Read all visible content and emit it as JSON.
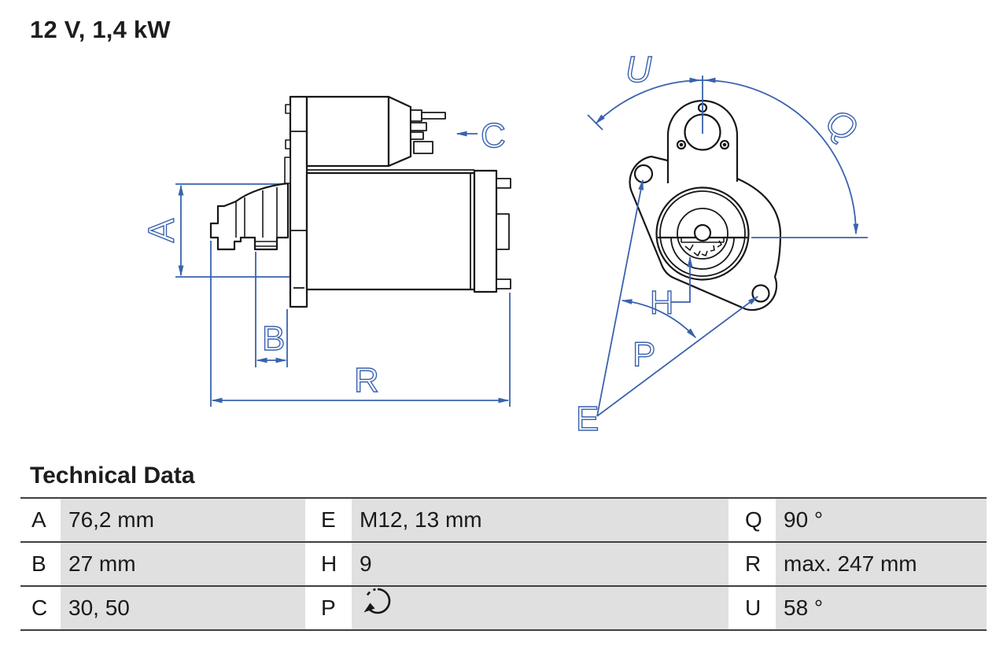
{
  "product": {
    "title": "12 V, 1,4 kW"
  },
  "diagram": {
    "description": "starter motor technical drawing, side view and front flange view",
    "side_view_labels": {
      "A": "A",
      "B": "B",
      "C": "C",
      "R": "R"
    },
    "front_view_labels": {
      "U": "U",
      "Q": "Q",
      "H": "H",
      "P": "P",
      "E": "E"
    }
  },
  "colors": {
    "dimension_blue": "#3962ae",
    "drawing_black": "#17171a",
    "table_cell_gray": "#e0e0e0",
    "table_line_gray": "#3f3f3f"
  },
  "technical_data": {
    "heading": "Technical Data",
    "rows": [
      {
        "cells": [
          {
            "key": "A",
            "value": "76,2 mm"
          },
          {
            "key": "E",
            "value": "M12, 13 mm"
          },
          {
            "key": "Q",
            "value": "90 °"
          }
        ]
      },
      {
        "cells": [
          {
            "key": "B",
            "value": "27 mm"
          },
          {
            "key": "H",
            "value": "9"
          },
          {
            "key": "R",
            "value": "max. 247 mm"
          }
        ]
      },
      {
        "cells": [
          {
            "key": "C",
            "value": "30, 50"
          },
          {
            "key": "P",
            "value": "",
            "icon": "rotation-ccw-icon"
          },
          {
            "key": "U",
            "value": "58 °"
          }
        ]
      }
    ]
  }
}
